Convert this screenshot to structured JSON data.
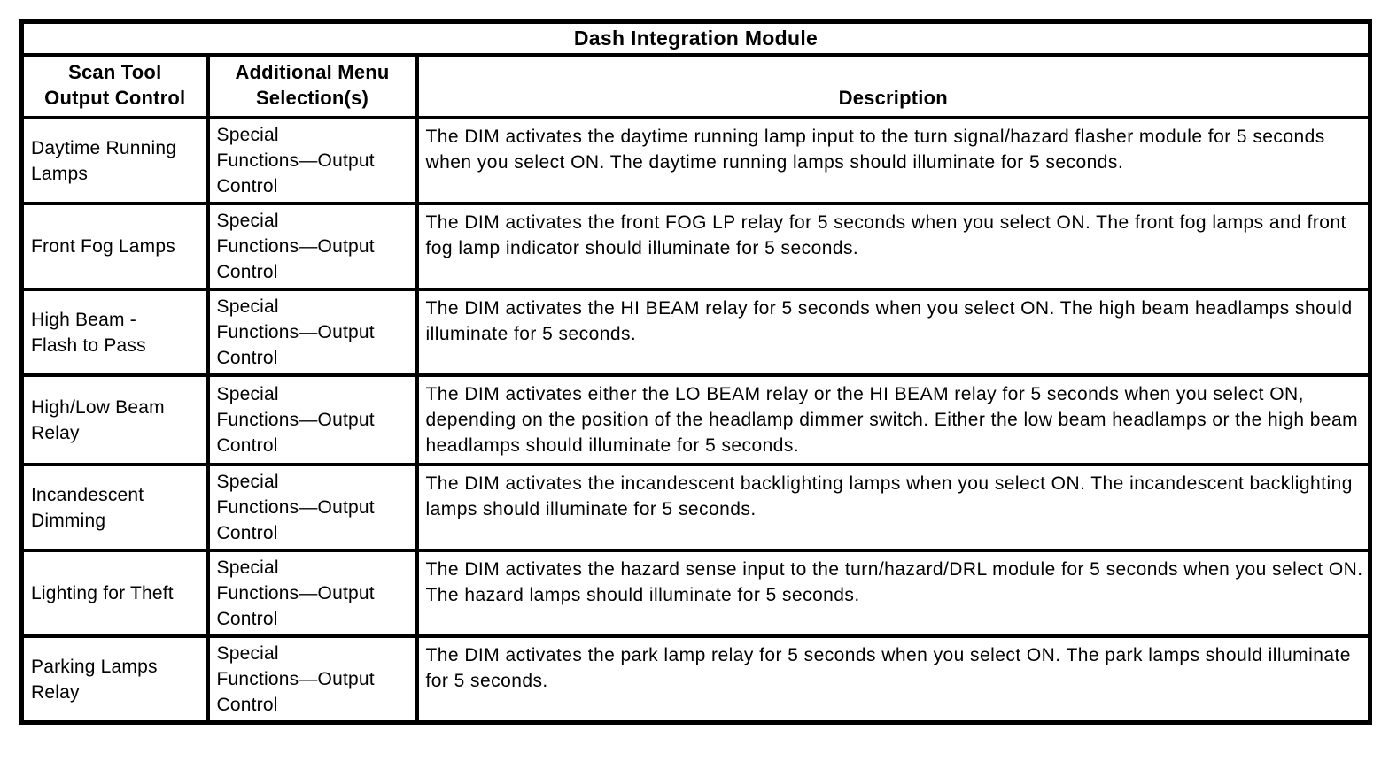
{
  "page": {
    "background_color": "#ffffff",
    "border_color": "#000000",
    "text_color": "#000000"
  },
  "table": {
    "title": "Dash Integration Module",
    "columns": [
      {
        "label": "Scan Tool\nOutput Control"
      },
      {
        "label": "Additional Menu\nSelection(s)"
      },
      {
        "label": "Description"
      }
    ],
    "rows": [
      {
        "output_control": "Daytime Running\nLamps",
        "menu_selection": "Special\nFunctions—Output\nControl",
        "description": "The DIM activates the daytime running lamp input to the turn signal/hazard flasher module for 5 seconds when you select ON. The daytime running lamps should illuminate for 5 seconds."
      },
      {
        "output_control": "Front Fog Lamps",
        "menu_selection": "Special\nFunctions—Output\nControl",
        "description": "The DIM activates the front FOG LP relay for 5 seconds when you select ON. The front fog lamps and front fog lamp indicator should illuminate for 5 seconds."
      },
      {
        "output_control": "High Beam -\nFlash to Pass",
        "menu_selection": "Special\nFunctions—Output\nControl",
        "description": "The DIM activates the HI BEAM relay for 5 seconds when you select ON. The high beam headlamps should illuminate for 5 seconds."
      },
      {
        "output_control": "High/Low Beam\nRelay",
        "menu_selection": "Special\nFunctions—Output\nControl",
        "description": "The DIM activates either the LO BEAM relay or the HI BEAM relay for 5 seconds when you select ON, depending on the position of the headlamp dimmer switch. Either the low beam headlamps or the high beam headlamps should illuminate for 5 seconds."
      },
      {
        "output_control": "Incandescent\nDimming",
        "menu_selection": "Special\nFunctions—Output\nControl",
        "description": "The DIM activates the incandescent backlighting lamps when you select ON. The incandescent backlighting lamps should illuminate for 5 seconds."
      },
      {
        "output_control": "Lighting for Theft",
        "menu_selection": "Special\nFunctions—Output\nControl",
        "description": "The DIM activates the hazard sense input to the turn/hazard/DRL module for 5 seconds when you select ON. The hazard lamps should illuminate for 5 seconds."
      },
      {
        "output_control": "Parking Lamps\nRelay",
        "menu_selection": "Special\nFunctions—Output\nControl",
        "description": "The DIM activates the park lamp relay for 5 seconds when you select ON. The park lamps should illuminate for 5 seconds."
      }
    ]
  }
}
